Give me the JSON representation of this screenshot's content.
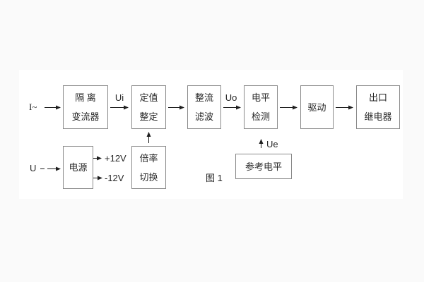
{
  "figure": {
    "caption": "图 1"
  },
  "inputs": {
    "current": "I~",
    "voltage": "U"
  },
  "signals": {
    "ui": "Ui",
    "uo": "Uo",
    "ue": "Ue",
    "plus12": "+12V",
    "minus12": "-12V"
  },
  "blocks": {
    "isolation": {
      "line1": "隔 离",
      "line2": "变流器"
    },
    "setting": {
      "line1": "定值",
      "line2": "整定"
    },
    "rectifier": {
      "line1": "整流",
      "line2": "滤波"
    },
    "level_detect": {
      "line1": "电平",
      "line2": "检测"
    },
    "drive": {
      "line1": "驱动"
    },
    "output_relay": {
      "line1": "出口",
      "line2": "继电器"
    },
    "power": {
      "line1": "电源"
    },
    "ratio_switch": {
      "line1": "倍率",
      "line2": "切换"
    },
    "reference": {
      "line1": "参考电平"
    }
  },
  "colors": {
    "box_border": "#8a8a8a",
    "text": "#262626",
    "wire": "#1f1f1f",
    "canvas": "#ffffff",
    "page": "#fafafa"
  }
}
